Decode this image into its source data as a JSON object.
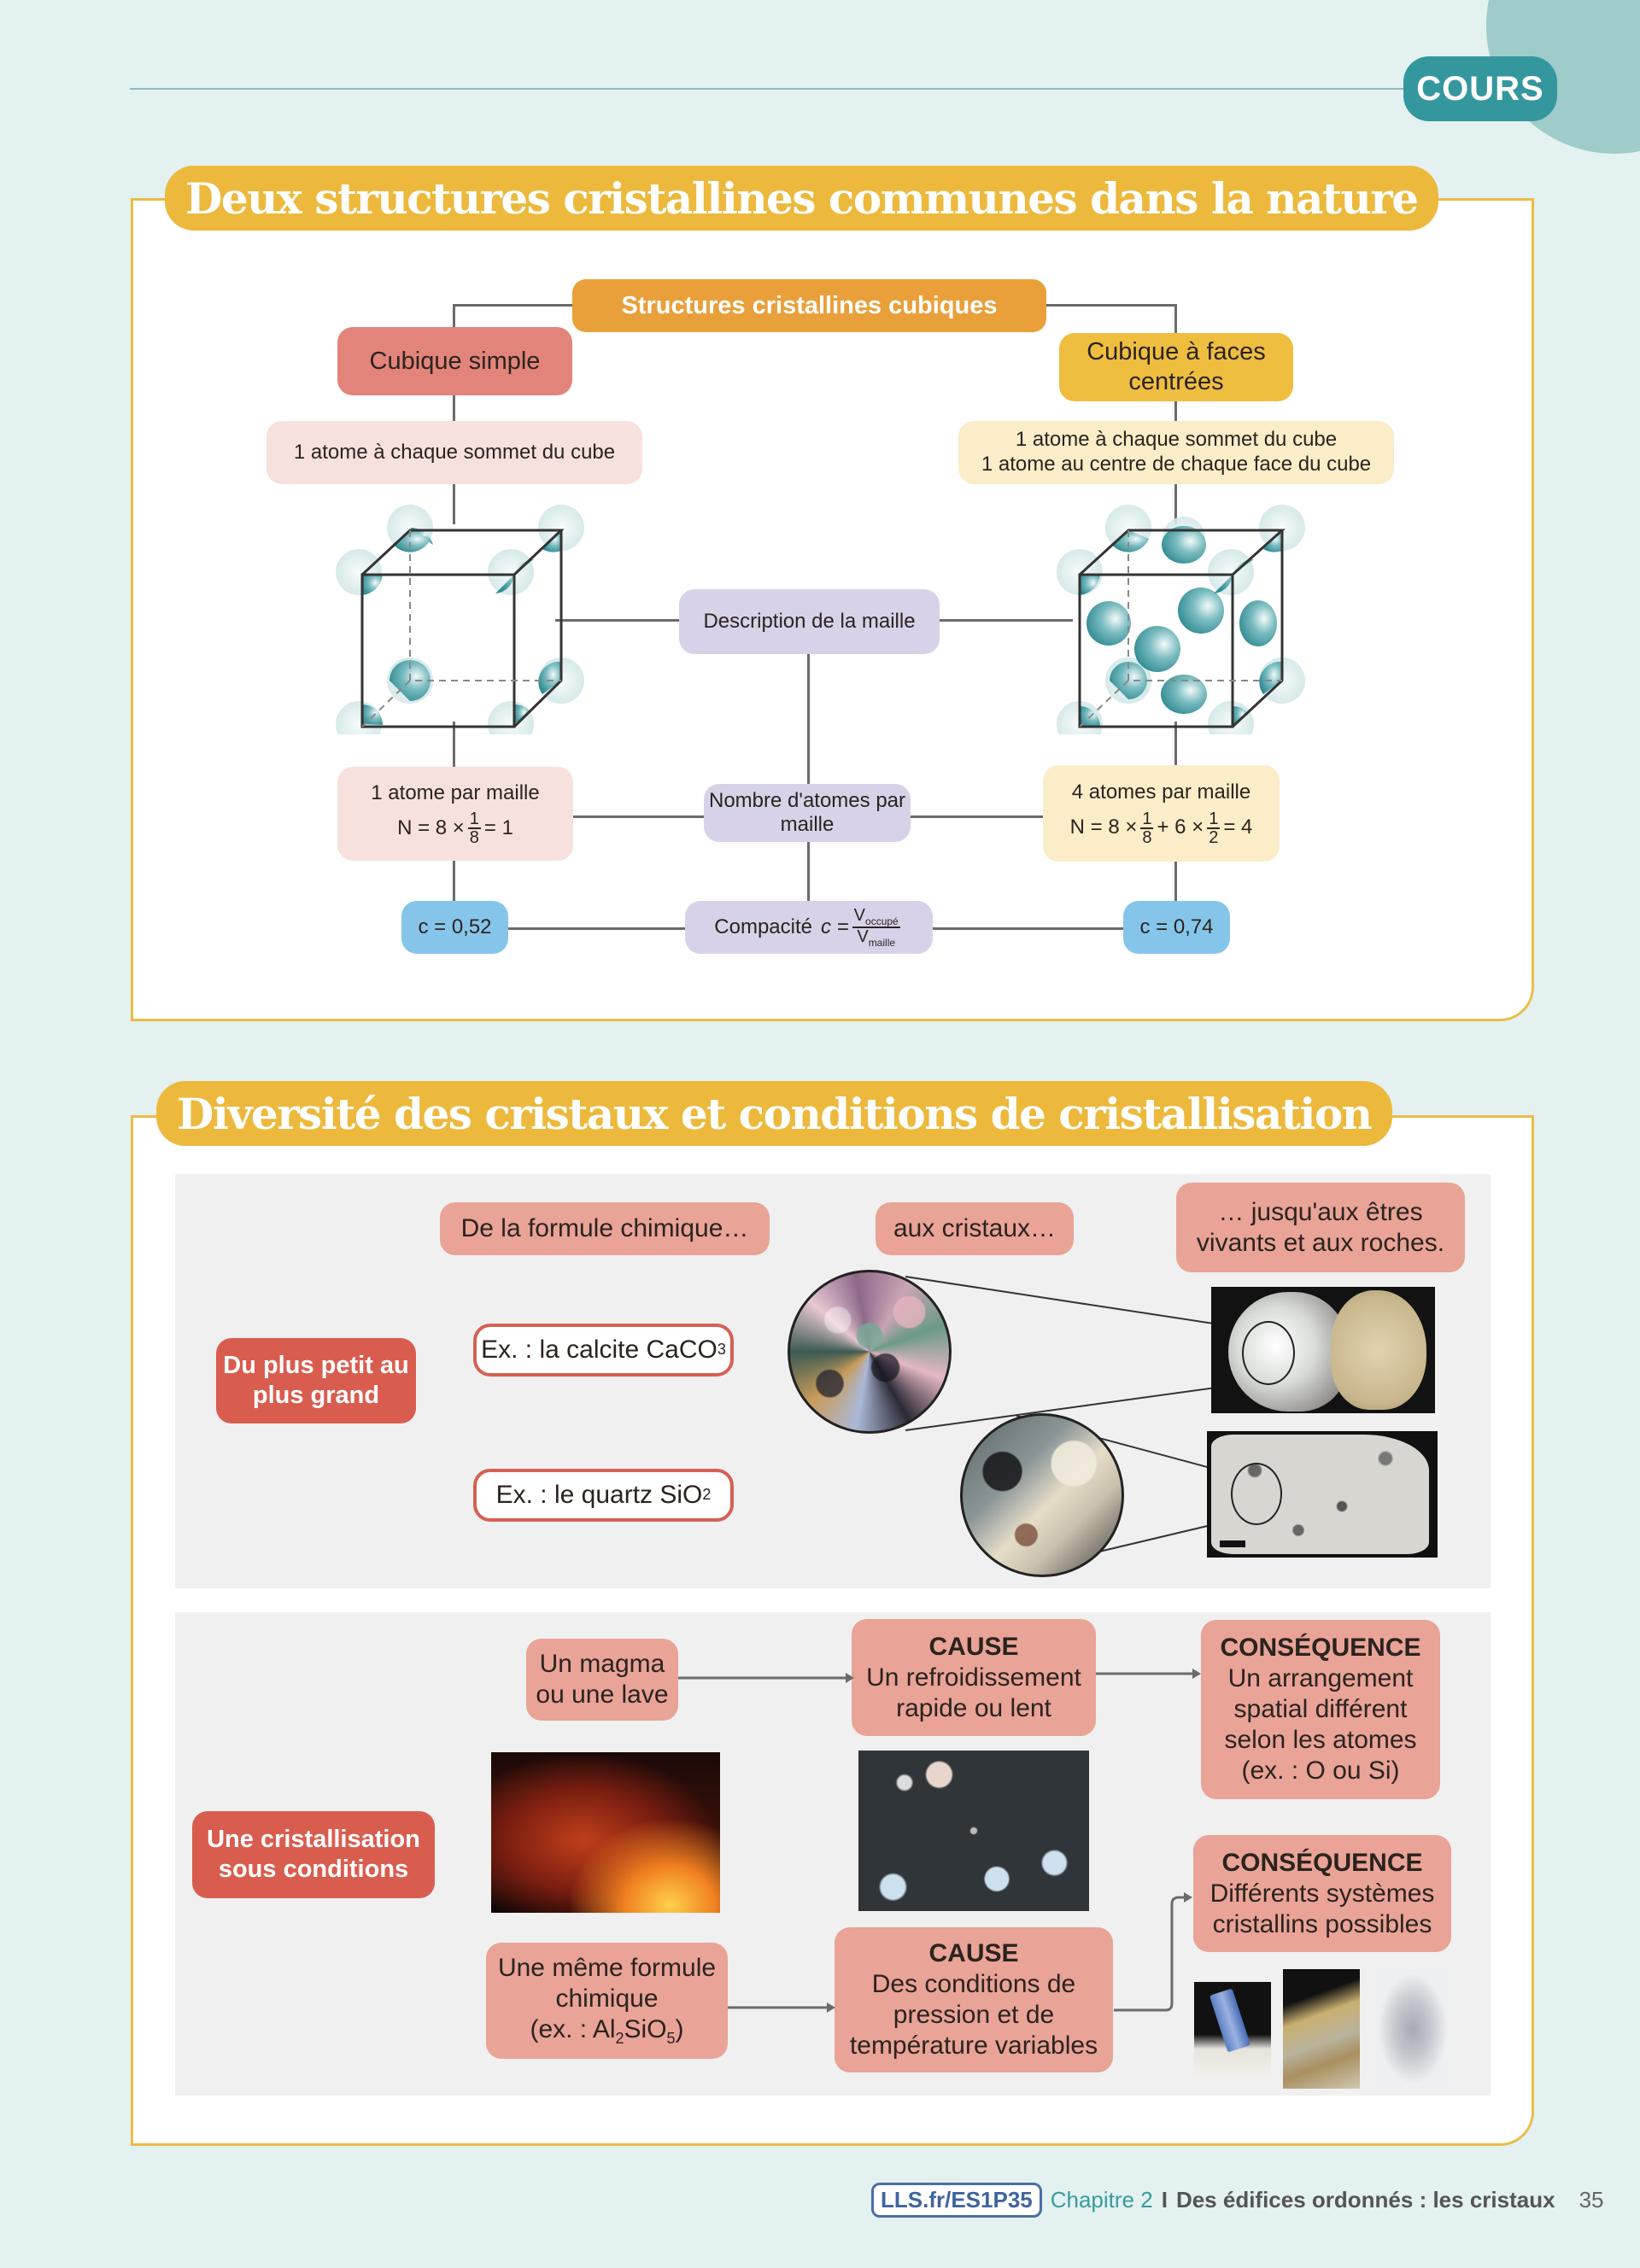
{
  "header": {
    "badge": "COURS"
  },
  "section1": {
    "title": "Deux structures cristallines communes dans la nature",
    "root": "Structures cristallines cubiques",
    "left": {
      "name": "Cubique simple",
      "description": "1 atome à chaque sommet du cube",
      "atoms_per_cell": "1 atome par maille",
      "formula_prefix": "N = 8 ×",
      "formula_fraction_num": "1",
      "formula_fraction_den": "8",
      "formula_suffix": "= 1",
      "compactness": "c = 0,52",
      "image_alt": "cube-simple-model"
    },
    "right": {
      "name": "Cubique à faces centrées",
      "description_line1": "1 atome à chaque sommet du cube",
      "description_line2": "1 atome au centre de chaque face du cube",
      "atoms_per_cell": "4 atomes par maille",
      "formula_prefix": "N = 8 ×",
      "formula_fraction1_num": "1",
      "formula_fraction1_den": "8",
      "formula_middle": "+ 6 ×",
      "formula_fraction2_num": "1",
      "formula_fraction2_den": "2",
      "formula_suffix": "= 4",
      "compactness": "c = 0,74",
      "image_alt": "cube-faces-centrees-model"
    },
    "center": {
      "description": "Description de la maille",
      "atoms_count": "Nombre d'atomes par maille",
      "compactness_label": "Compacité",
      "compactness_formula_lhs": "c =",
      "compactness_num": "V",
      "compactness_num_sub": "occupé",
      "compactness_den": "V",
      "compactness_den_sub": "maille"
    }
  },
  "section2": {
    "title": "Diversité des cristaux et conditions de cristallisation",
    "panel1": {
      "label": "Du plus petit au plus grand",
      "col1": "De la formule chimique…",
      "col2": "aux cristaux…",
      "col3": "… jusqu'aux êtres vivants et aux roches.",
      "example1_text": "Ex. : la calcite CaCO",
      "example1_sub": "3",
      "example2_text": "Ex. : le quartz SiO",
      "example2_sub": "2"
    },
    "panel2": {
      "label": "Une cristallisation sous conditions",
      "source1": "Un magma ou une lave",
      "cause1_title": "CAUSE",
      "cause1_text": "Un refroidissement rapide ou lent",
      "consequence1_title": "CONSÉQUENCE",
      "consequence1_text": "Un arrangement spatial différent selon les atomes (ex. : O ou Si)",
      "source2_line1": "Une même formule chimique",
      "source2_prefix": "(ex. : Al",
      "source2_sub1": "2",
      "source2_mid": "SiO",
      "source2_sub2": "5",
      "source2_suffix": ")",
      "cause2_title": "CAUSE",
      "cause2_text": "Des conditions de pression et de température variables",
      "consequence2_title": "CONSÉQUENCE",
      "consequence2_text": "Différents systèmes cristallins possibles"
    }
  },
  "footer": {
    "link": "LLS.fr/ES1P35",
    "chapter": "Chapitre 2",
    "separator": "I",
    "chapter_title": "Des édifices ordonnés : les cristaux",
    "page_number": "35"
  },
  "colors": {
    "background": "#e3f1f1",
    "accent_teal": "#35979e",
    "section_yellow": "#ecb93d",
    "root_orange": "#e9a03a",
    "simple_red": "#e2847a",
    "fcc_yellow": "#efbe3f",
    "lavender": "#d8d2e8",
    "blue_value": "#86c5ea",
    "salmon": "#e9a397",
    "red_label": "#d95d4f",
    "atom_teal": "#3a959c"
  }
}
